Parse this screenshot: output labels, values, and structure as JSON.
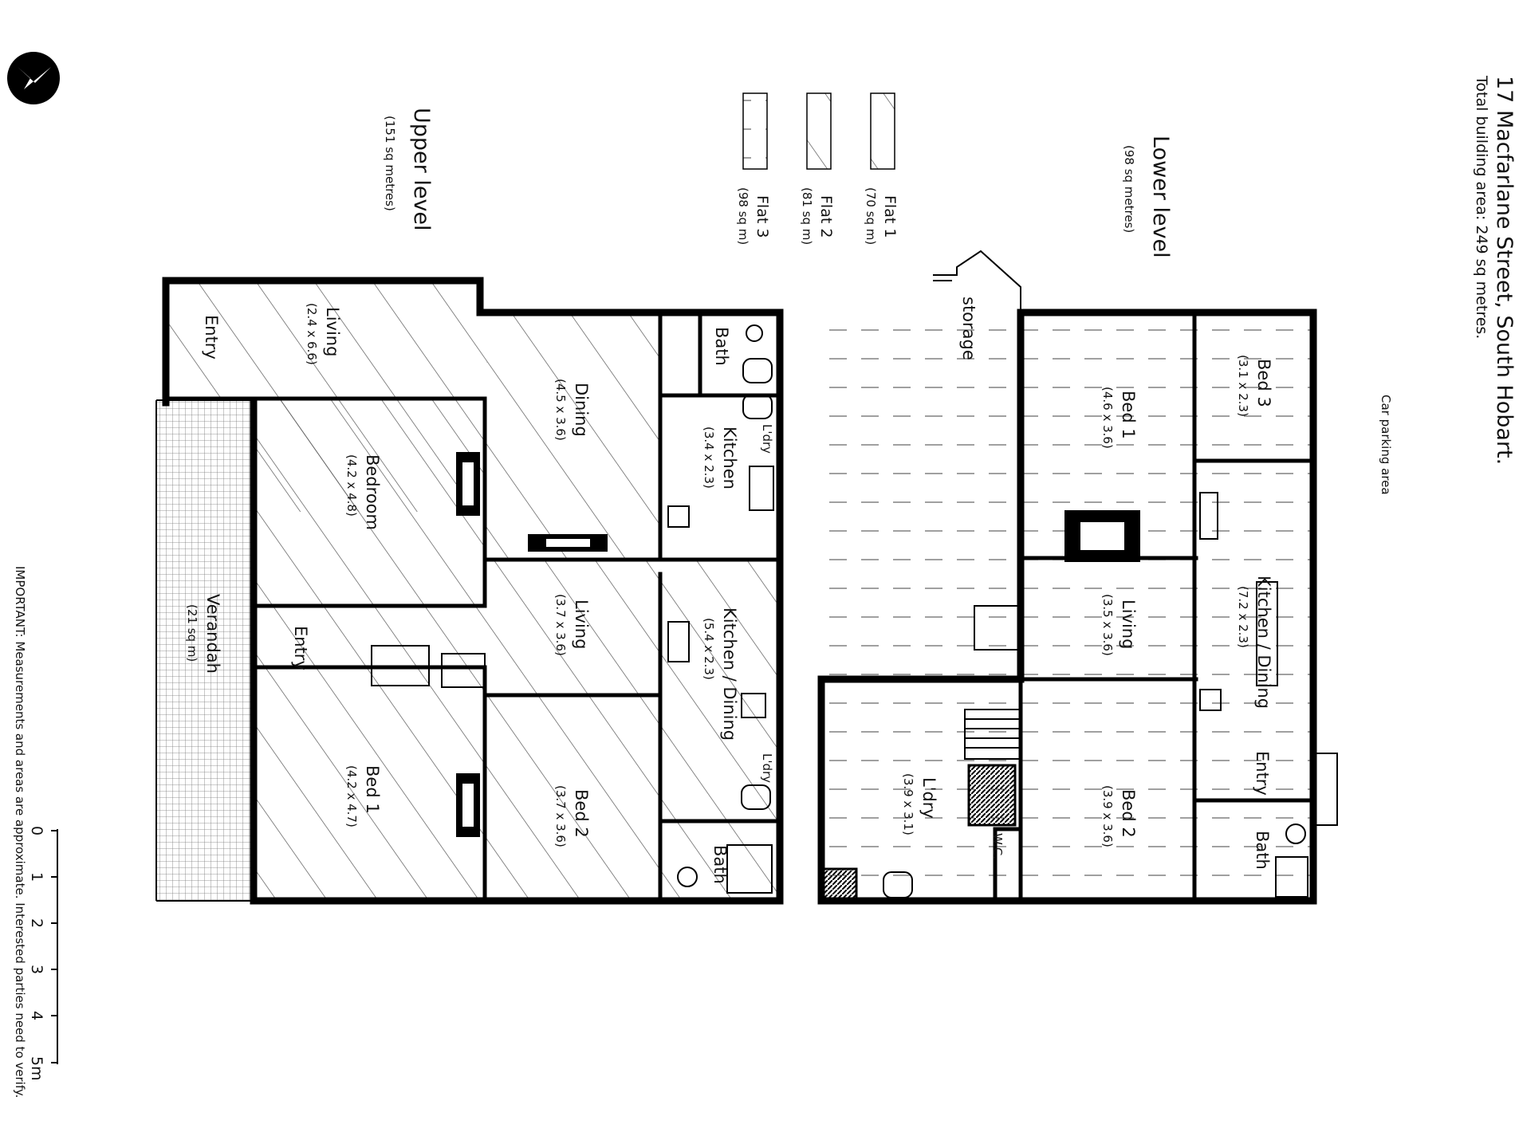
{
  "title": {
    "address": "17 Macfarlane Street, South Hobart.",
    "total_area": "Total building area: 249 sq metres."
  },
  "parking_label": "Car parking area",
  "important_note": "IMPORTANT: Measurements and areas are approximate. Interested parties need to verify.",
  "legend": [
    {
      "name": "Flat 1",
      "area": "(70 sq m)",
      "pattern": "diagonal-single"
    },
    {
      "name": "Flat 2",
      "area": "(81 sq m)",
      "pattern": "diagonal-double"
    },
    {
      "name": "Flat 3",
      "area": "(98 sq m)",
      "pattern": "dashed"
    }
  ],
  "upper_level": {
    "label": "Upper level",
    "area": "(151 sq metres)",
    "rooms": {
      "living_a": {
        "name": "Living",
        "dims": "(2.4 x 6.6)"
      },
      "entry_a": {
        "name": "Entry"
      },
      "dining": {
        "name": "Dining",
        "dims": "(4.5 x 3.6)"
      },
      "bath_a": {
        "name": "Bath"
      },
      "kitchen_a": {
        "name": "Kitchen",
        "dims": "(3.4 x 2.3)"
      },
      "ldry_a": {
        "name": "L'dry"
      },
      "bedroom": {
        "name": "Bedroom",
        "dims": "(4.2 x 4.8)"
      },
      "living_b": {
        "name": "Living",
        "dims": "(3.7 x 3.6)"
      },
      "entry_b": {
        "name": "Entry"
      },
      "kitchen_dining_b": {
        "name": "Kitchen / Dining",
        "dims": "(5.4 x 2.3)"
      },
      "ldry_b": {
        "name": "L'dry"
      },
      "verandah": {
        "name": "Verandah",
        "dims": "(21 sq m)"
      },
      "bed1": {
        "name": "Bed 1",
        "dims": "(4.2 x 4.7)"
      },
      "bed2": {
        "name": "Bed 2",
        "dims": "(3.7 x 3.6)"
      },
      "bath_b": {
        "name": "Bath"
      }
    }
  },
  "lower_level": {
    "label": "Lower level",
    "area": "(98 sq metres)",
    "storage": "storage",
    "rooms": {
      "bed1": {
        "name": "Bed 1",
        "dims": "(4.6 x 3.6)"
      },
      "bed3": {
        "name": "Bed 3",
        "dims": "(3.1 x 2.3)"
      },
      "living": {
        "name": "Living",
        "dims": "(3.5 x 3.6)"
      },
      "kitchen_dining": {
        "name": "Kitchen / Dining",
        "dims": "(7.2 x 2.3)"
      },
      "ldry": {
        "name": "L'dry",
        "dims": "(3.9 x 3.1)"
      },
      "bed2": {
        "name": "Bed 2",
        "dims": "(3.9 x 3.6)"
      },
      "entry": {
        "name": "Entry"
      },
      "bath": {
        "name": "Bath"
      },
      "wc": {
        "name": "W.C."
      }
    }
  },
  "scale_bar": {
    "labels": [
      "0",
      "1",
      "2",
      "3",
      "4",
      "5m"
    ]
  }
}
